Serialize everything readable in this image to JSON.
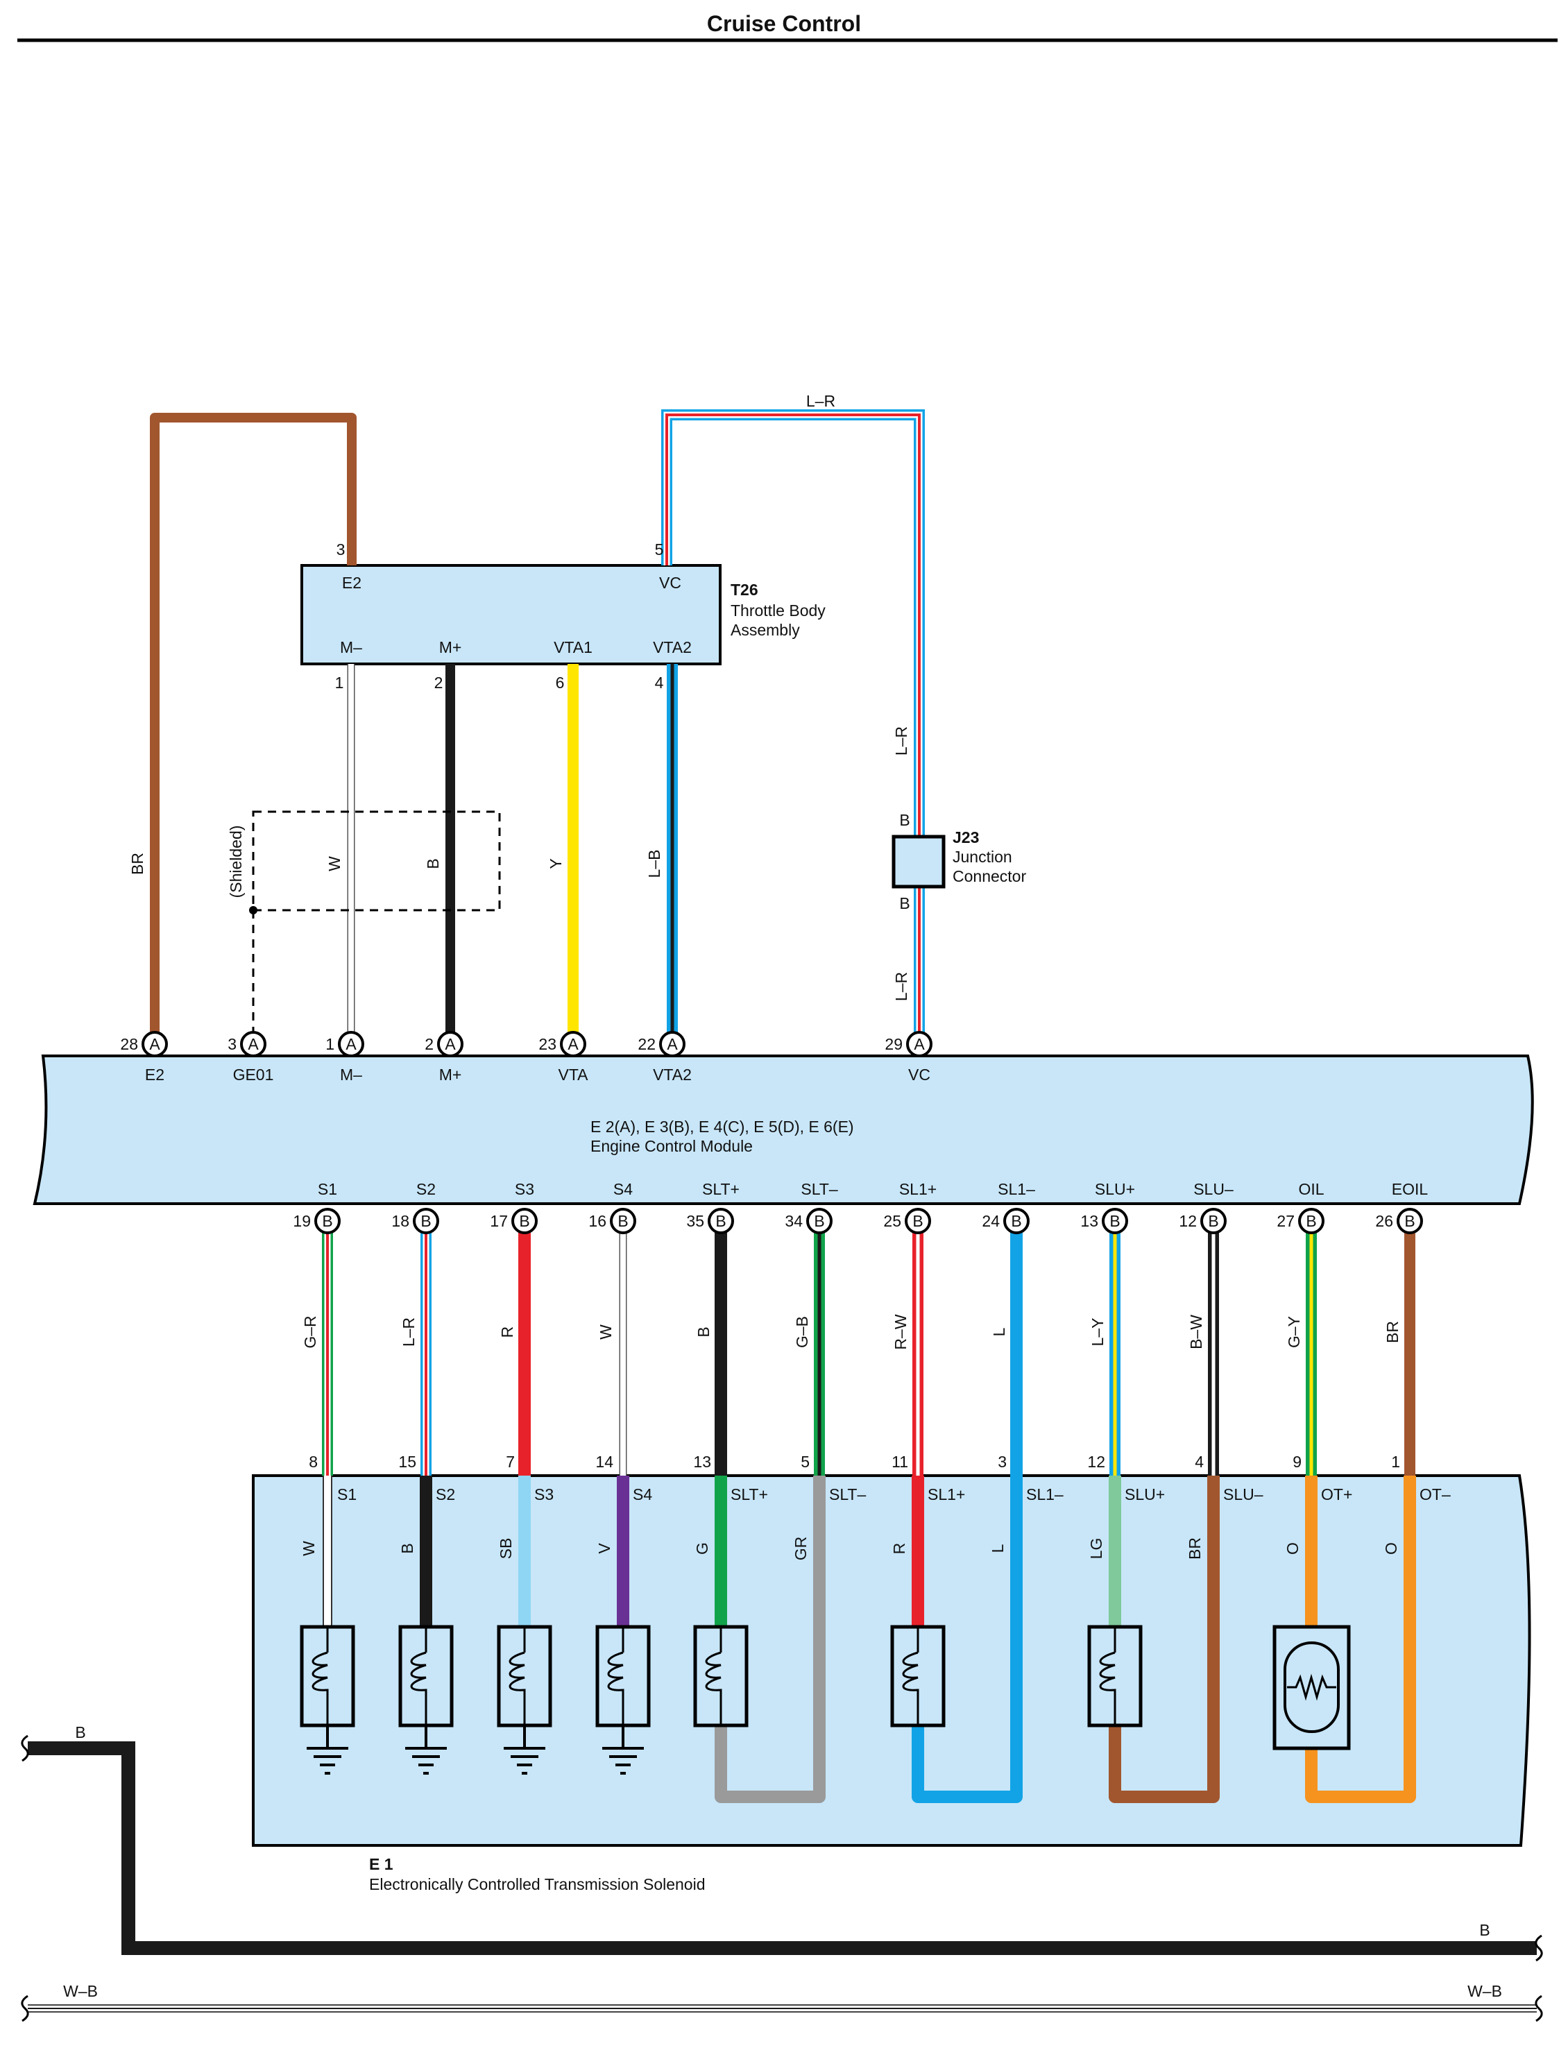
{
  "header": {
    "title": "Cruise Control"
  },
  "throttle_body": {
    "code": "T26",
    "name_line1": "Throttle Body",
    "name_line2": "Assembly",
    "terminals": [
      {
        "name": "E2",
        "pin": "3"
      },
      {
        "name": "VC",
        "pin": "5"
      },
      {
        "name": "M–",
        "pin": "1"
      },
      {
        "name": "M+",
        "pin": "2"
      },
      {
        "name": "VTA1",
        "pin": "6"
      },
      {
        "name": "VTA2",
        "pin": "4"
      }
    ]
  },
  "junction": {
    "code": "J23",
    "name_line1": "Junction",
    "name_line2": "Connector",
    "pin_top": "B",
    "pin_bottom": "B"
  },
  "shield_label": "(Shielded)",
  "ecm": {
    "connectors": "E 2(A), E 3(B), E 4(C), E 5(D), E 6(E)",
    "name": "Engine Control Module",
    "top_terminals": [
      {
        "pin": "28",
        "conn": "A",
        "name": "E2"
      },
      {
        "pin": "3",
        "conn": "A",
        "name": "GE01"
      },
      {
        "pin": "1",
        "conn": "A",
        "name": "M–"
      },
      {
        "pin": "2",
        "conn": "A",
        "name": "M+"
      },
      {
        "pin": "23",
        "conn": "A",
        "name": "VTA"
      },
      {
        "pin": "22",
        "conn": "A",
        "name": "VTA2"
      },
      {
        "pin": "29",
        "conn": "A",
        "name": "VC"
      }
    ],
    "bottom_terminals": [
      {
        "pin": "19",
        "conn": "B",
        "name": "S1"
      },
      {
        "pin": "18",
        "conn": "B",
        "name": "S2"
      },
      {
        "pin": "17",
        "conn": "B",
        "name": "S3"
      },
      {
        "pin": "16",
        "conn": "B",
        "name": "S4"
      },
      {
        "pin": "35",
        "conn": "B",
        "name": "SLT+"
      },
      {
        "pin": "34",
        "conn": "B",
        "name": "SLT–"
      },
      {
        "pin": "25",
        "conn": "B",
        "name": "SL1+"
      },
      {
        "pin": "24",
        "conn": "B",
        "name": "SL1–"
      },
      {
        "pin": "13",
        "conn": "B",
        "name": "SLU+"
      },
      {
        "pin": "12",
        "conn": "B",
        "name": "SLU–"
      },
      {
        "pin": "27",
        "conn": "B",
        "name": "OIL"
      },
      {
        "pin": "26",
        "conn": "B",
        "name": "EOIL"
      }
    ]
  },
  "upper_wires": {
    "br": "BR",
    "w": "W",
    "b": "B",
    "y": "Y",
    "lb": "L–B",
    "lr_top": "L–R",
    "lr_mid": "L–R",
    "lr_low": "L–R"
  },
  "lower_wires": [
    "G–R",
    "L–R",
    "R",
    "W",
    "B",
    "G–B",
    "R–W",
    "L",
    "L–Y",
    "B–W",
    "G–Y",
    "BR"
  ],
  "solenoid": {
    "code": "E 1",
    "name": "Electronically Controlled Transmission Solenoid",
    "terminals": [
      {
        "pin": "8",
        "name": "S1",
        "wire": "W"
      },
      {
        "pin": "15",
        "name": "S2",
        "wire": "B"
      },
      {
        "pin": "7",
        "name": "S3",
        "wire": "SB"
      },
      {
        "pin": "14",
        "name": "S4",
        "wire": "V"
      },
      {
        "pin": "13",
        "name": "SLT+",
        "wire": "G"
      },
      {
        "pin": "5",
        "name": "SLT–",
        "wire": "GR"
      },
      {
        "pin": "11",
        "name": "SL1+",
        "wire": "R"
      },
      {
        "pin": "3",
        "name": "SL1–",
        "wire": "L"
      },
      {
        "pin": "12",
        "name": "SLU+",
        "wire": "LG"
      },
      {
        "pin": "4",
        "name": "SLU–",
        "wire": "BR"
      },
      {
        "pin": "9",
        "name": "OT+",
        "wire": "O"
      },
      {
        "pin": "1",
        "name": "OT–",
        "wire": "O"
      }
    ]
  },
  "bus": {
    "b_left": "B",
    "b_right": "B",
    "wb_left": "W–B",
    "wb_right": "W–B"
  },
  "colors": {
    "panel_fill": "#c8e6f8",
    "brown": "#a2562e",
    "black": "#1a1a1a",
    "yellow": "#ffe600",
    "blue": "#12a3e6",
    "red": "#e8222b",
    "green": "#11a34a",
    "violet": "#6a3194",
    "sky": "#8fd6f4",
    "gray": "#9a9a9a",
    "light_green": "#7fc99a",
    "orange": "#f6921e"
  }
}
